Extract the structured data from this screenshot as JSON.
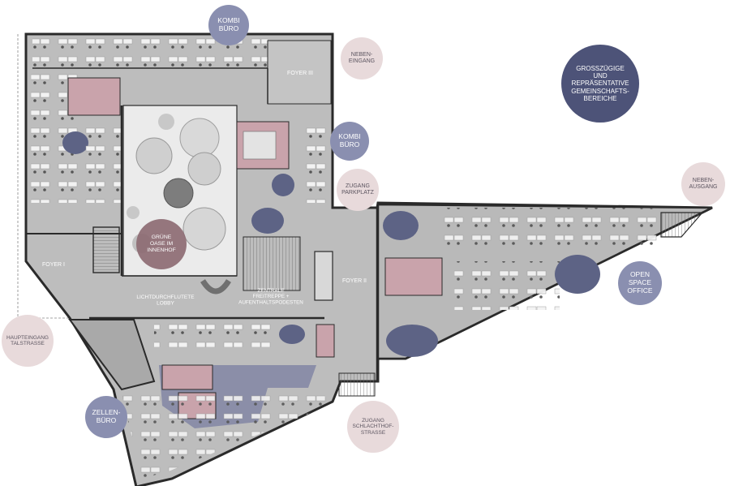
{
  "labels": {
    "kombi_buero_top": "KOMBI\nBÜRO",
    "kombi_buero_mid": "KOMBI\nBÜRO",
    "neben_eingang": "NEBEN-\nEINGANG",
    "neben_ausgang": "NEBEN-\nAUSGANG",
    "zugang_parkplatz": "ZUGANG\nPARKPLATZ",
    "open_space_office": "OPEN\nSPACE\nOFFICE",
    "haupteingang": "HAUPTEINGANG\nTALSTRASSE",
    "zellen_buero": "ZELLEN-\nBÜRO",
    "zugang_schlachthof": "ZUGANG\nSCHLACHTHOF-\nSTRASSE",
    "gemeinschaft": "GROSSZÜGIGE\nUND\nREPRÄSENTATIVE\nGEMEINSCHAFTS-\nBEREICHE",
    "foyer_1": "FOYER I",
    "foyer_2": "FOYER II",
    "foyer_3": "FOYER III",
    "gruene_oase": "GRÜNE\nOASE IM\nINNENHOF",
    "lobby": "LICHTDURCHFLUTETE\nLOBBY",
    "freitreppe": "ZENTRALE\nFREITREPPE +\nAUFENTHALTSPODESTEN"
  },
  "colors": {
    "bubble_blue": "#8a8fb0",
    "bubble_pink": "#e8dadb",
    "bubble_dark": "#4d5378",
    "floor": "#bdbdbd",
    "wall": "#2a2a2a",
    "accent_pink": "#c9a3ab",
    "meeting_blue": "#5d6385",
    "courtyard": "#ebebeb"
  }
}
